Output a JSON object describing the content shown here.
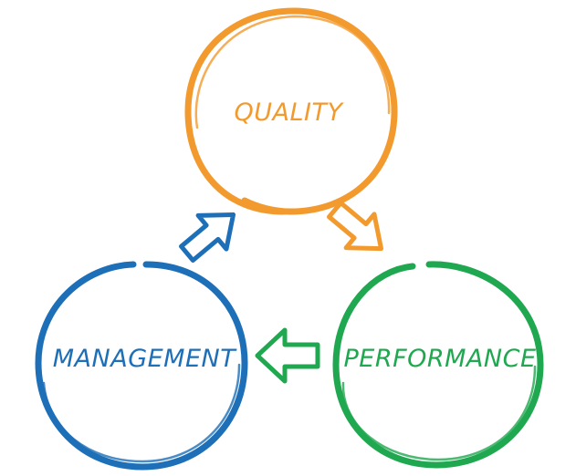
{
  "nodes": [
    {
      "id": "quality",
      "label": "QUALITY",
      "color": "#F39A2E"
    },
    {
      "id": "performance",
      "label": "PERFORMANCE",
      "color": "#1FA84F"
    },
    {
      "id": "management",
      "label": "MANAGEMENT",
      "color": "#1D6FB8"
    }
  ],
  "edges": [
    {
      "from": "quality",
      "to": "performance",
      "color": "#F39A2E"
    },
    {
      "from": "performance",
      "to": "management",
      "color": "#1FA84F"
    },
    {
      "from": "management",
      "to": "quality",
      "color": "#1D6FB8"
    }
  ]
}
